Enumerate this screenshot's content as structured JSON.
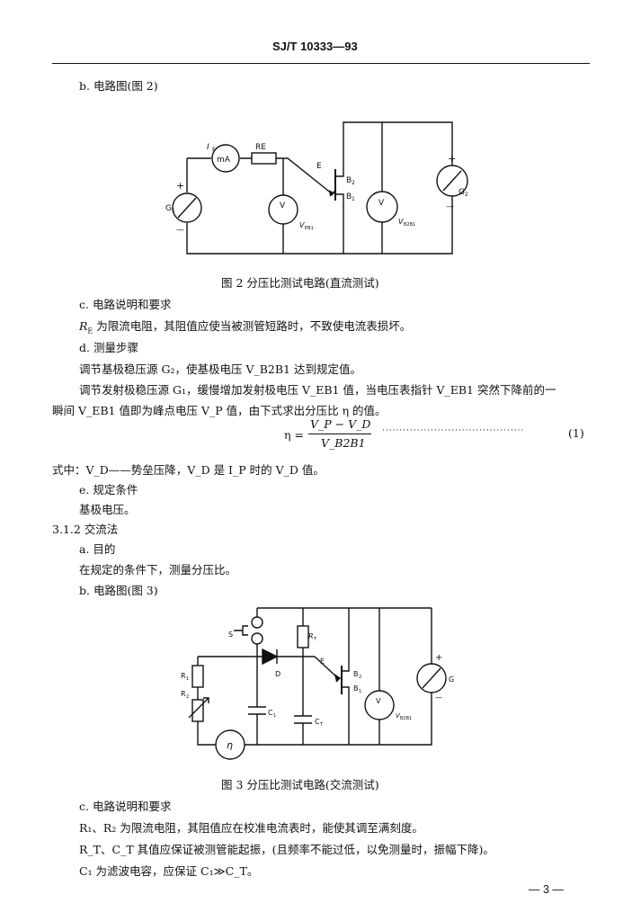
{
  "header": {
    "code": "SJ/T 10333—93"
  },
  "sec_b1": "b.  电路图(图 2)",
  "fig2": {
    "caption": "图 2   分压比测试电路(直流测试)",
    "labels": {
      "ie": "I",
      "ie_sub": "E",
      "ma": "mA",
      "re": "RE",
      "plus_left": "+",
      "minus_left": "—",
      "g1": "G",
      "g1_sub": "1",
      "v": "V",
      "veb1": "V",
      "veb1_sub": "EB1",
      "e": "E",
      "b2": "B",
      "b2_sub": "2",
      "b1": "B",
      "b1_sub": "1",
      "v2": "V",
      "vb2b1": "V",
      "vb2b1_sub": "B2B1",
      "plus_right": "+",
      "minus_right": "—",
      "g2": "G",
      "g2_sub": "2"
    }
  },
  "sec_c1": "c.  电路说明和要求",
  "sec_c1_text": "R",
  "sec_c1_text_sub": "E",
  "sec_c1_text_rest": " 为限流电阻，其阻值应使当被测管短路时，不致使电流表损坏。",
  "sec_d": "d.  测量步骤",
  "sec_d_p1": "调节基极稳压源 G₂，使基极电压 V_B2B1 达到规定值。",
  "sec_d_p2a": "调节发射极稳压源 G₁，缓慢增加发射极电压 V_EB1 值，当电压表指针 V_EB1 突然下降前的一",
  "sec_d_p2b": "瞬间 V_EB1 值即为峰点电压 V_P 值，由下式求出分压比 η 的值。",
  "formula": {
    "lhs": "η =",
    "numerator": "V_P − V_D",
    "denominator": "V_B2B1",
    "dots": "·········································",
    "number": "(1)"
  },
  "sec_where": "式中：V_D——势垒压降，V_D 是 I_P 时的 V_D 值。",
  "sec_e": "e.  规定条件",
  "sec_e_text": "基极电压。",
  "sec_312": "3.1.2  交流法",
  "sec_a": "a.  目的",
  "sec_a_text": "在规定的条件下，测量分压比。",
  "sec_b2": "b.  电路图(图 3)",
  "fig3": {
    "caption": "图 3   分压比测试电路(交流测试)",
    "labels": {
      "s": "S",
      "rt": "R",
      "rt_sub": "T",
      "e": "E",
      "r1": "R",
      "r1_sub": "1",
      "r2": "R",
      "r2_sub": "2",
      "d": "D",
      "b2": "B",
      "b2_sub": "2",
      "b1": "B",
      "b1_sub": "1",
      "c1": "C",
      "c1_sub": "1",
      "ct": "C",
      "ct_sub": "T",
      "v": "V",
      "vb2b1": "V",
      "vb2b1_sub": "B2B1",
      "eta": "η",
      "plus": "+",
      "minus": "—",
      "g": "G"
    }
  },
  "sec_c2": "c. 电路说明和要求",
  "sec_c2_p1": "R₁、R₂ 为限流电阻，其阻值应在校准电流表时，能使其调至满刻度。",
  "sec_c2_p2": "R_T、C_T 其值应保证被测管能起振，(且频率不能过低，以免测量时，振幅下降)。",
  "sec_c2_p3": "C₁ 为滤波电容，应保证 C₁≫C_T。",
  "page_number": "— 3 —"
}
